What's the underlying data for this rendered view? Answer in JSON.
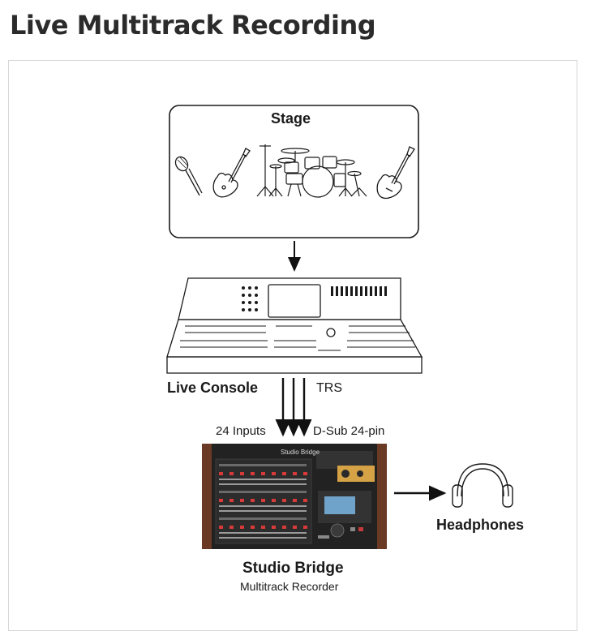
{
  "page_title": "Live Multitrack Recording",
  "diagram": {
    "stage_label": "Stage",
    "console_label": "Live Console",
    "trs_label": "TRS",
    "inputs_label": "24 Inputs",
    "dsub_label": "D-Sub 24-pin",
    "recorder_label": "Studio Bridge",
    "recorder_sublabel": "Multitrack Recorder",
    "recorder_panel_brand": "Studio Bridge",
    "headphones_label": "Headphones"
  },
  "icons": [
    "microphone-icon",
    "electric-guitar-icon",
    "drum-kit-icon",
    "bass-guitar-icon",
    "mixing-console-icon",
    "multitrack-recorder-icon",
    "headphones-icon"
  ]
}
